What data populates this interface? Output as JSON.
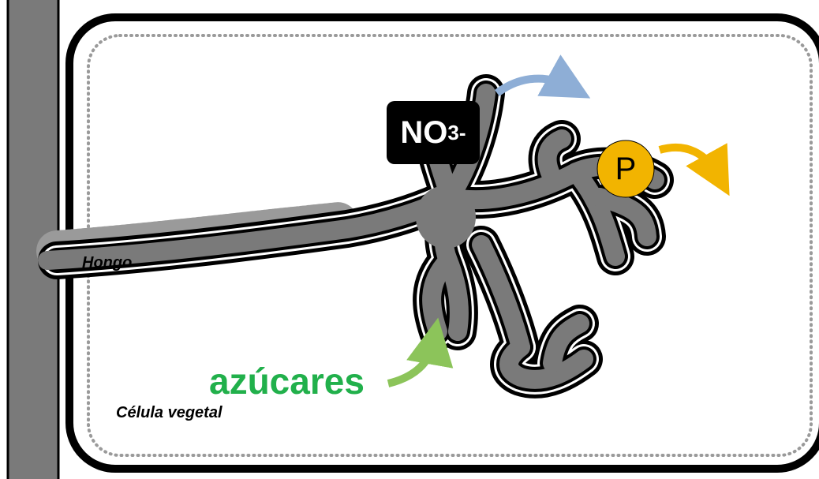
{
  "labels": {
    "fungus": "Hongo",
    "plant_cell": "Célula vegetal",
    "sugars": "azúcares",
    "nitrate": {
      "base": "NO",
      "subscript": "3",
      "superscript": "-"
    },
    "phosphorus": "P"
  },
  "colors": {
    "fungus_fill": "#7a7a7a",
    "fungus_outline": "#000000",
    "cell_wall": "#000000",
    "membrane_dots": "#9a9a9a",
    "sugars_arrow": "#8cc45a",
    "sugars_text": "#21b04b",
    "nitrate_arrow": "#8eaed6",
    "phosphate_arrow": "#f2b400",
    "phosphate_circle": "#f2b400"
  }
}
